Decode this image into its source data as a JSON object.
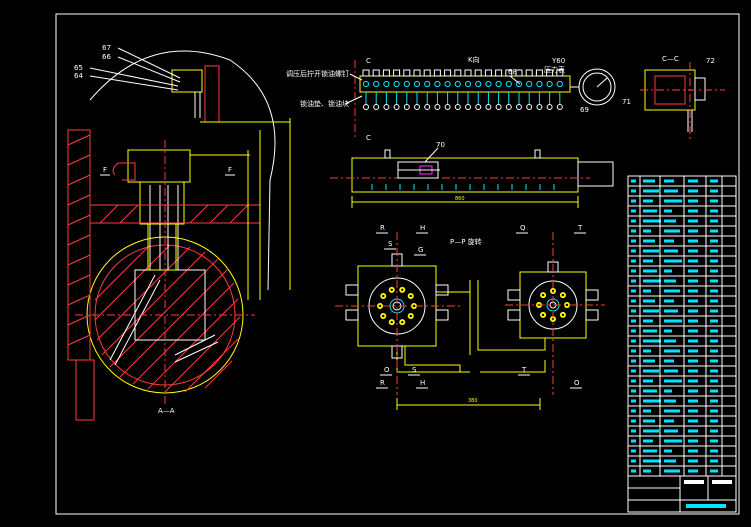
{
  "colors": {
    "background": "#000000",
    "frame": "#ffffff",
    "outline": "#ffff00",
    "hatch": "#ff3b3b",
    "centerline": "#ff3b3b",
    "dimension": "#ffff00",
    "table_text": "#00e5ff"
  },
  "section_aa": {
    "parts": [
      "67",
      "66",
      "65",
      "64"
    ],
    "view_label": "A—A",
    "marks": {
      "f_left": "F",
      "f_right": "F"
    }
  },
  "top_view": {
    "title": "K向",
    "c_top": "C",
    "c_bottom": "C",
    "note_1": "调压后拧开锁油螺钉",
    "note_2": "锁油垫、锁油块",
    "part_68": "68",
    "part_69": "69",
    "pressure": "Y60",
    "pressure_label": "压力表",
    "section_cc": "C—C",
    "part_72": "72",
    "part_71": "71"
  },
  "front_view": {
    "part_70": "70",
    "dim_total": "860"
  },
  "pp_view": {
    "title": "P—P 旋转",
    "marks": [
      "R",
      "H",
      "S",
      "G",
      "Q",
      "T",
      "O",
      "S",
      "R",
      "H",
      "T",
      "O"
    ],
    "dim_bottom": "380"
  },
  "title_block": {
    "rows": 30
  }
}
